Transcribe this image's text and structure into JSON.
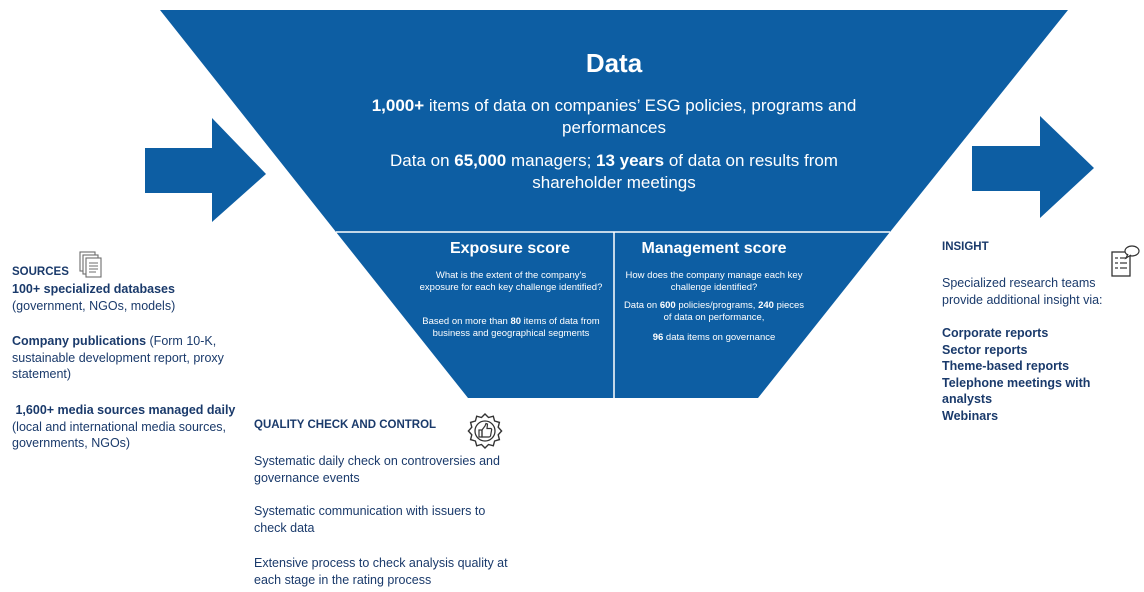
{
  "colors": {
    "funnel": "#0d5ea3",
    "arrow": "#0d5ea3",
    "text_dark": "#1a3a6b",
    "divider": "#ffffff"
  },
  "funnel": {
    "title": "Data",
    "line1_bold": "1,000+",
    "line1_rest": " items of data on companies’ ESG policies, programs and performances",
    "line2_pre": "Data on ",
    "line2_bold1": "65,000",
    "line2_mid": " managers; ",
    "line2_bold2": "13 years",
    "line2_rest": " of data on results from shareholder meetings"
  },
  "exposure": {
    "title": "Exposure score",
    "question": "What is the extent of the company's exposure for each key challenge identified?",
    "detail_pre": "Based on more than ",
    "detail_bold": "80",
    "detail_rest": " items of data from business and geographical segments"
  },
  "management": {
    "title": "Management score",
    "question": "How does the company manage each key challenge identified?",
    "detail_pre": "Data on ",
    "detail_bold1": "600",
    "detail_mid": " policies/programs, ",
    "detail_bold2": "240",
    "detail_rest": " pieces of data on performance,",
    "detail2_bold": "96",
    "detail2_rest": " data items on governance"
  },
  "sources": {
    "heading": "SOURCES",
    "icon": "documents-icon",
    "item1_bold": "100+ specialized databases",
    "item1_rest": "(government, NGOs, models)",
    "item2_bold": "Company publications",
    "item2_rest": " (Form 10-K, sustainable development report, proxy statement)",
    "item3_bold": "1,600+ media sources managed daily",
    "item3_rest": "(local and international media sources, governments, NGOs)"
  },
  "quality": {
    "heading": "QUALITY CHECK AND CONTROL",
    "icon": "thumbs-up-badge-icon",
    "items": [
      "Systematic daily check on controversies and governance events",
      "Systematic communication with issuers to check data",
      "Extensive process to check analysis quality at each stage in the rating process"
    ]
  },
  "insight": {
    "heading": "INSIGHT",
    "icon": "report-chat-icon",
    "intro": "Specialized research teams provide additional insight via:",
    "items": [
      "Corporate reports",
      "Sector reports",
      "Theme-based reports",
      "Telephone meetings with analysts",
      "Webinars"
    ]
  }
}
